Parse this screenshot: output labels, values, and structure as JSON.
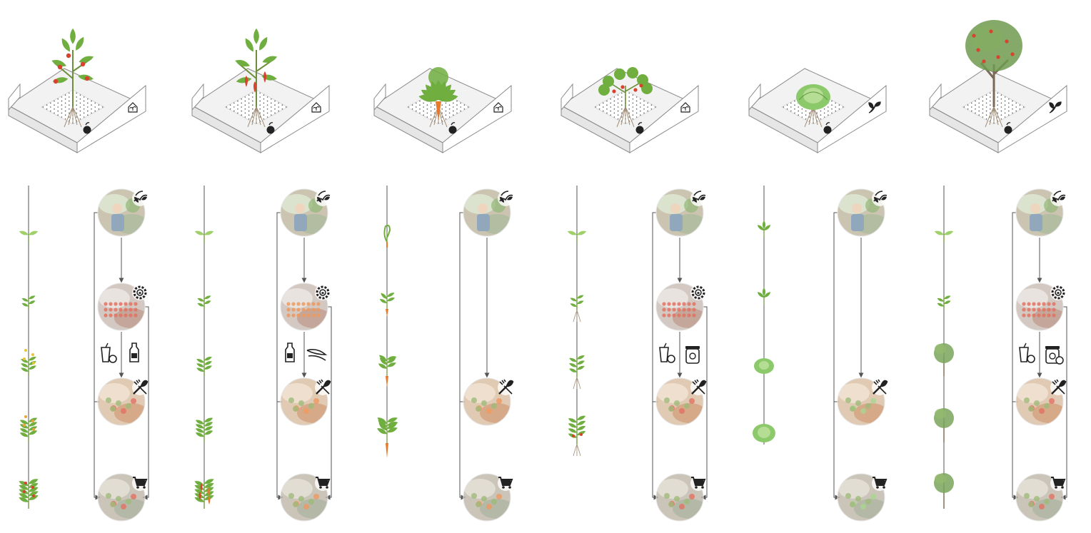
{
  "colors": {
    "line": "#555555",
    "box_fill": "#f2f2f2",
    "box_stroke": "#8a8a8a",
    "leaf": "#6fae3f",
    "leaf_light": "#9fd06a",
    "stem": "#6b8f3a",
    "root": "#a08c74",
    "fruit_red": "#d9432e",
    "fruit_orange": "#e8782a",
    "fruit_yellow": "#e8c43a",
    "cabbage": "#8cc96a",
    "icon": "#222222"
  },
  "columns": [
    {
      "id": "tomato",
      "fruit_color": "#d9432e",
      "crop_icon": "tomato-icon",
      "type_icon": "greenhouse-icon",
      "growth_stages": [
        "seedling",
        "young-plant",
        "flowering-plant",
        "fruit-set-plant",
        "fruiting-plant"
      ],
      "chain": [
        "harvest",
        "processing",
        "cooking",
        "market"
      ],
      "products": [
        "juice-icon",
        "ketchup-icon"
      ]
    },
    {
      "id": "pepper",
      "fruit_color": "#e8782a",
      "crop_icon": "pepper-icon",
      "type_icon": "greenhouse-icon",
      "growth_stages": [
        "seedling",
        "young-plant",
        "branching-plant",
        "leafy-plant",
        "fruiting-plant"
      ],
      "chain": [
        "harvest",
        "processing",
        "cooking",
        "market"
      ],
      "products": [
        "sauce-bottle-icon",
        "dried-pepper-icon"
      ]
    },
    {
      "id": "carrot",
      "fruit_color": "#e8782a",
      "crop_icon": "carrot-icon",
      "type_icon": "greenhouse-icon",
      "growth_stages": [
        "sprout",
        "seedling",
        "young-plant",
        "mature-carrot"
      ],
      "chain": [
        "harvest",
        "cooking",
        "market"
      ],
      "products": []
    },
    {
      "id": "strawberry",
      "fruit_color": "#d9432e",
      "crop_icon": "strawberry-icon",
      "type_icon": "greenhouse-icon",
      "growth_stages": [
        "sprout",
        "young-plant",
        "flowering-plant",
        "fruiting-plant"
      ],
      "chain": [
        "harvest",
        "processing",
        "cooking",
        "market"
      ],
      "products": [
        "smoothie-icon",
        "jam-jar-icon"
      ]
    },
    {
      "id": "cabbage",
      "fruit_color": "#8cc96a",
      "crop_icon": "cabbage-icon",
      "type_icon": "sprout-icon",
      "growth_stages": [
        "seedling",
        "young-plant",
        "head-forming",
        "mature-head"
      ],
      "chain": [
        "harvest",
        "cooking",
        "market"
      ],
      "products": []
    },
    {
      "id": "apple",
      "fruit_color": "#d9432e",
      "crop_icon": "apple-icon",
      "type_icon": "sprout-icon",
      "growth_stages": [
        "seedling",
        "sapling",
        "young-tree",
        "tree",
        "mature-tree"
      ],
      "chain": [
        "harvest",
        "processing",
        "cooking",
        "market"
      ],
      "products": [
        "apple-juice-icon",
        "apple-jar-icon"
      ]
    }
  ]
}
